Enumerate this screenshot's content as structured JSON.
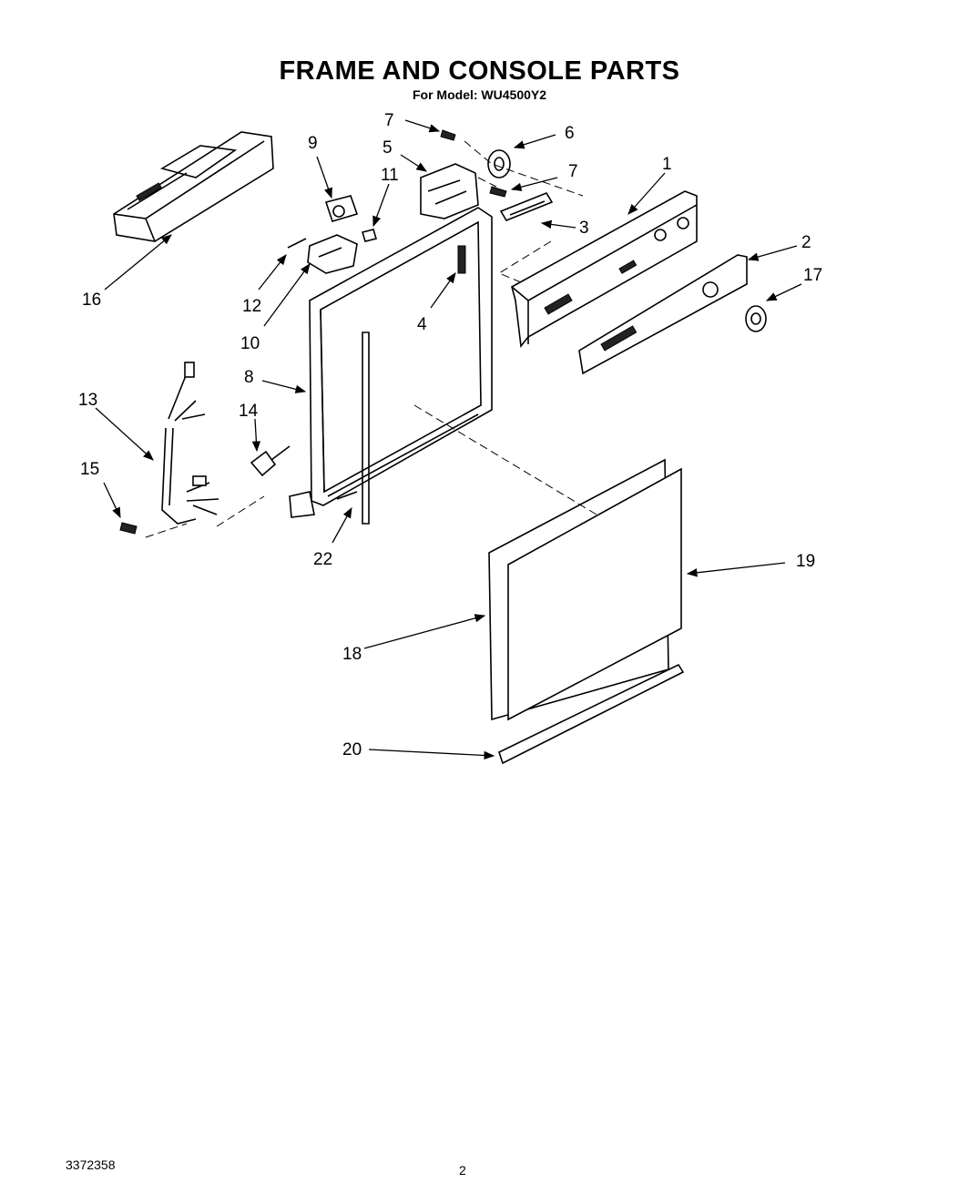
{
  "header": {
    "title": "FRAME AND CONSOLE PARTS",
    "subtitle": "For Model: WU4500Y2"
  },
  "footer": {
    "doc_number": "3372358",
    "page_number": "2"
  },
  "callouts": [
    "1",
    "2",
    "3",
    "4",
    "5",
    "6",
    "7",
    "7",
    "8",
    "9",
    "10",
    "11",
    "12",
    "13",
    "14",
    "15",
    "16",
    "17",
    "18",
    "19",
    "20",
    "22"
  ]
}
